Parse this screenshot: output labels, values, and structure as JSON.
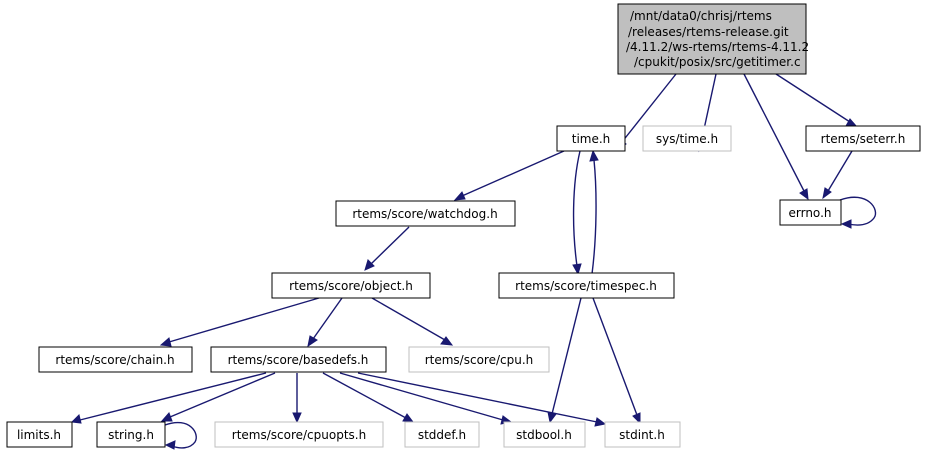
{
  "diagram": {
    "nodes": {
      "root": {
        "lines": [
          "/mnt/data0/chrisj/rtems",
          "/releases/rtems-release.git",
          "/4.11.2/ws-rtems/rtems-4.11.2",
          "/cpukit/posix/src/getitimer.c"
        ],
        "fill": "#bfbfbf",
        "stroke": "#000000"
      },
      "time_h": {
        "label": "time.h",
        "fill": "#ffffff",
        "stroke": "#000000"
      },
      "sys_time_h": {
        "label": "sys/time.h",
        "fill": "#ffffff",
        "stroke": "#bfbfbf"
      },
      "seterr_h": {
        "label": "rtems/seterr.h",
        "fill": "#ffffff",
        "stroke": "#000000"
      },
      "errno_h": {
        "label": "errno.h",
        "fill": "#ffffff",
        "stroke": "#000000"
      },
      "watchdog_h": {
        "label": "rtems/score/watchdog.h",
        "fill": "#ffffff",
        "stroke": "#000000"
      },
      "object_h": {
        "label": "rtems/score/object.h",
        "fill": "#ffffff",
        "stroke": "#000000"
      },
      "timespec_h": {
        "label": "rtems/score/timespec.h",
        "fill": "#ffffff",
        "stroke": "#000000"
      },
      "chain_h": {
        "label": "rtems/score/chain.h",
        "fill": "#ffffff",
        "stroke": "#000000"
      },
      "basedefs_h": {
        "label": "rtems/score/basedefs.h",
        "fill": "#ffffff",
        "stroke": "#000000"
      },
      "cpu_h": {
        "label": "rtems/score/cpu.h",
        "fill": "#ffffff",
        "stroke": "#bfbfbf"
      },
      "limits_h": {
        "label": "limits.h",
        "fill": "#ffffff",
        "stroke": "#000000"
      },
      "string_h": {
        "label": "string.h",
        "fill": "#ffffff",
        "stroke": "#000000"
      },
      "cpuopts_h": {
        "label": "rtems/score/cpuopts.h",
        "fill": "#ffffff",
        "stroke": "#bfbfbf"
      },
      "stddef_h": {
        "label": "stddef.h",
        "fill": "#ffffff",
        "stroke": "#bfbfbf"
      },
      "stdbool_h": {
        "label": "stdbool.h",
        "fill": "#ffffff",
        "stroke": "#bfbfbf"
      },
      "stdint_h": {
        "label": "stdint.h",
        "fill": "#ffffff",
        "stroke": "#bfbfbf"
      }
    },
    "edge_color": "#191970"
  }
}
